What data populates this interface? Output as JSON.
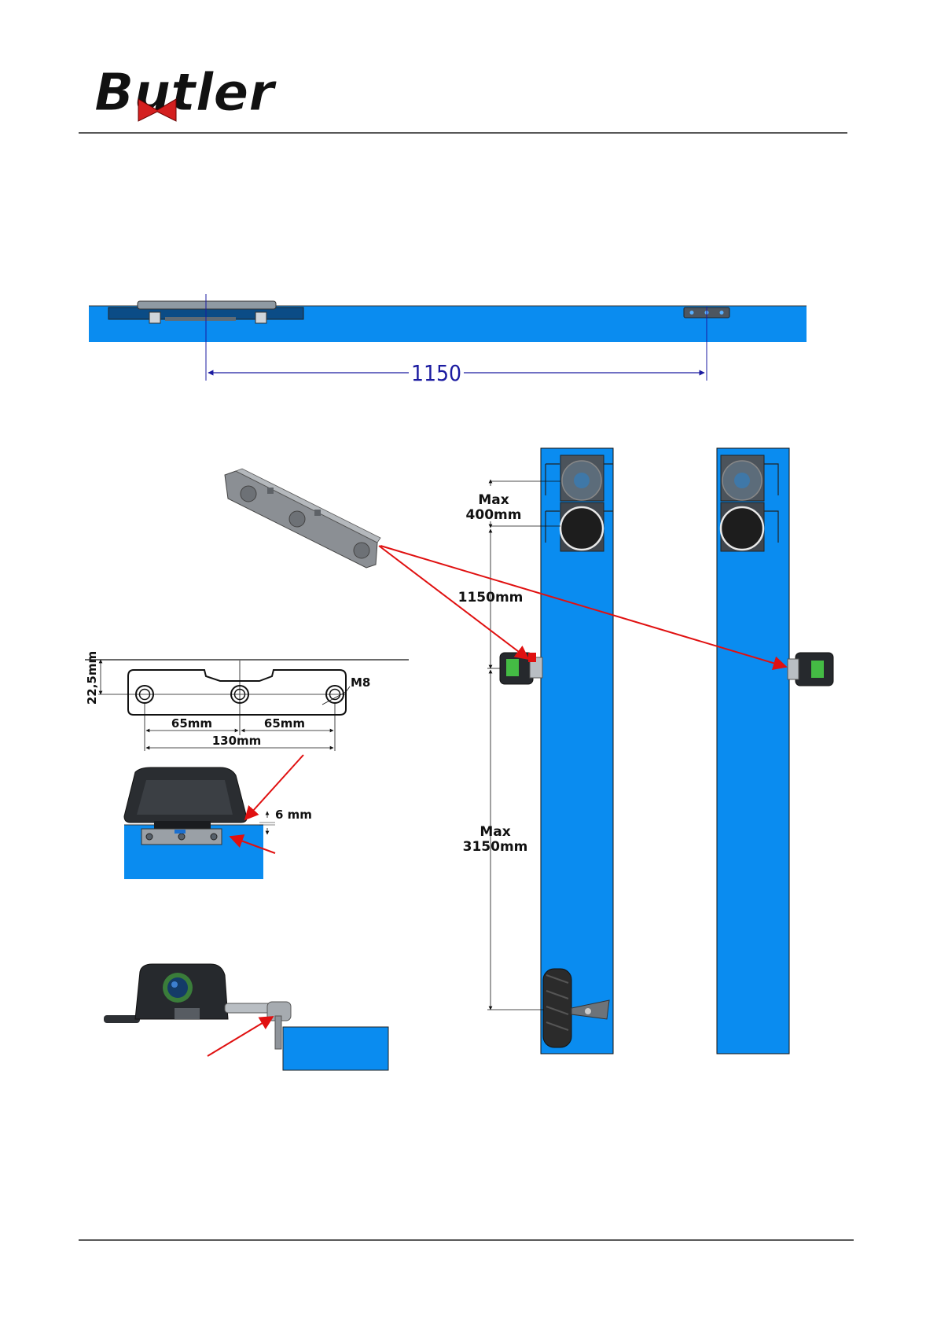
{
  "header": {
    "logo_text": "Butler",
    "colors": {
      "logo": "#111111",
      "bowtie": "#d42020"
    }
  },
  "top_view": {
    "dimension": "1150",
    "colors": {
      "rail": "#0a8cf0",
      "dimension": "#1a1aa0"
    }
  },
  "plate_drawing": {
    "height": "22,5mm",
    "hole": "M8",
    "spacing_left": "65mm",
    "spacing_right": "65mm",
    "total_width": "130mm"
  },
  "gap_detail": {
    "gap": "6 mm"
  },
  "lift_view": {
    "max_top": "Max",
    "max_top_value": "400mm",
    "mid_distance": "1150mm",
    "max_bottom": "Max",
    "max_bottom_value": "3150mm",
    "colors": {
      "runway": "#0a8cf0",
      "arrow": "#e01010"
    }
  }
}
